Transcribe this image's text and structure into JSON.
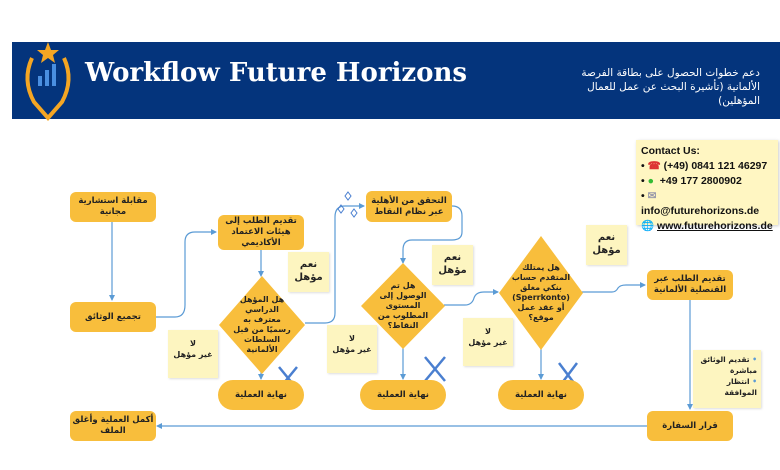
{
  "header": {
    "title": "Workflow Future Horizons",
    "subtitle": "دعم خطوات الحصول على بطاقة الفرصة الألمانية (تأشيرة البحث عن عمل للعمال المؤهلين)"
  },
  "contact": {
    "heading": "Contact Us:",
    "phone": "(+49) 0841 121 46297",
    "whatsapp": "+49 177 2800902",
    "email": "info@futurehorizons.de",
    "website": "www.futurehorizons.de"
  },
  "flow": {
    "consult": "مقابلة استشارية مجانية",
    "collect": "تجميع الوثائق",
    "apply_accred": "تقديم الطلب إلى هيئات الاعتماد الأكاديمي",
    "q_recognized": "هل المؤهل الدراسي معترف به رسميًا من قبل السلطات الألمانية",
    "check_points": "التحقق من الأهلية عبر نظام النقاط",
    "q_points": "هل تم الوصول إلى المستوى المطلوب من النقاط؟",
    "q_account": "هل يمتلك المتقدم حساب بنكي مغلق (Sperrkonto) أو عقد عمل موقع؟",
    "consulate": "تقديم الطلب عبر القنصلية الألمانية",
    "embassy": "قرار السفارة",
    "complete": "أكمل العملية وأغلق الملف",
    "end1": "نهاية العملية",
    "end2": "نهاية العملية",
    "end3": "نهاية العملية"
  },
  "notes": {
    "yes1": {
      "a": "نعم",
      "b": "مؤهل"
    },
    "yes2": {
      "a": "نعم",
      "b": "مؤهل"
    },
    "yes3": {
      "a": "نعم",
      "b": "مؤهل"
    },
    "no1": {
      "a": "لا",
      "b": "غير مؤهل"
    },
    "no2": {
      "a": "لا",
      "b": "غير مؤهل"
    },
    "no3": {
      "a": "لا",
      "b": "غير مؤهل"
    },
    "steps": [
      "تقديم الوثائق مباشرة",
      "انتظار الموافقة"
    ]
  },
  "colors": {
    "header": "#04347c",
    "node": "#f8be3c",
    "note": "#fdf5c0",
    "line": "#5b9bd5"
  }
}
